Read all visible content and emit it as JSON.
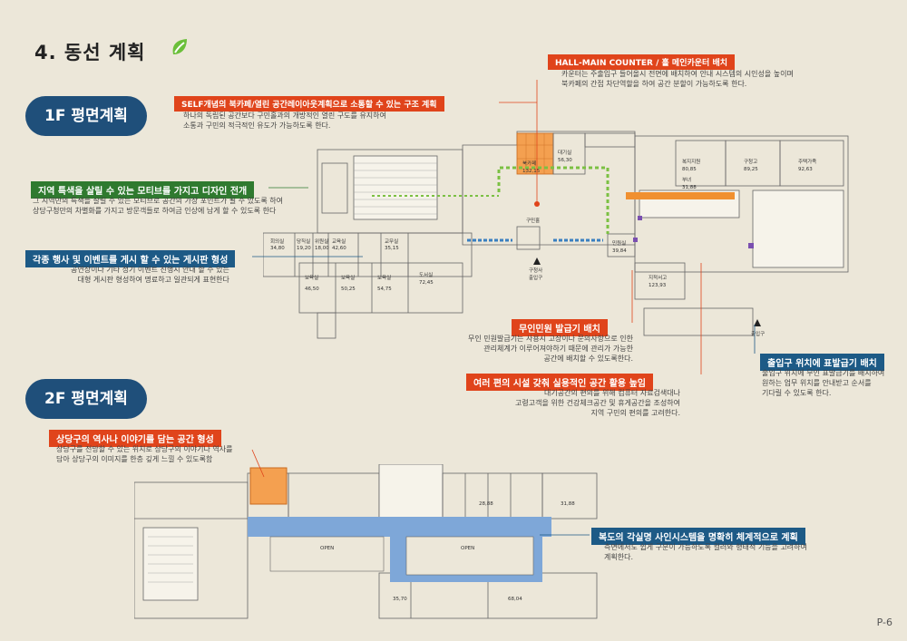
{
  "page": {
    "section_title": "4. 동선 계획",
    "page_number": "P-6"
  },
  "floors": {
    "f1": "1F 평면계획",
    "f2": "2F 평면계획"
  },
  "annotations": {
    "hall_counter": {
      "tag": "HALL-MAIN COUNTER / 홀 메인카운터 배치",
      "lines": [
        "카운터는 주출입구 들어올시 전면에 배치하여 안내 시스템의 시인성을 높이며",
        "북카페의 간접 차단역할을 하여 공간 분할이 가능하도록 한다."
      ]
    },
    "self_cafe": {
      "tag": "SELF개념의 북카페/열린 공간레이아웃계획으로 소통할 수 있는 구조 계획",
      "lines": [
        "하나의 독립된 공간보다 구민홀과의 개방적인 열린 구도를 유지하여",
        "소통과 구민의 적극적인 유도가 가능하도록 한다."
      ]
    },
    "motif": {
      "tag": "지역 특색을 살릴 수 있는 모티브를 가지고 디자인 전개",
      "lines": [
        "그 지역만의 특색을 살릴 수 있는 모티브로 공간의 가장 포인트가 될 수 있도록 하여",
        "상당구청만의 차별화를 가지고 방문객들로 하여금 인상에 남게 할 수 있도록 한다"
      ]
    },
    "events": {
      "tag": "각종 행사 및 이벤트를 게시 할 수 있는 게시판 형성",
      "lines": [
        "공연장이나 기타 정기 이벤트 진행시 안내 할 수 있는",
        "대형 게시판 형성하여 명료하고 일관되게 표현한다"
      ]
    },
    "unmanned": {
      "tag": "무인민원 발급기 배치",
      "lines": [
        "무인 민원발급기는 사용시 고장이나 문의사항으로 인한",
        "관리체계가 이루어져야하기 때문에 관리가 가능한",
        "공간에 배치할 수 있도록한다."
      ]
    },
    "convenience": {
      "tag": "여러 편의 시설 갖춰 실용적인 공간 활용 높임",
      "lines": [
        "대기공간의 편의를 위해 컴퓨터 자료검색대나",
        "고령고객을 위한 건강체크공간 및 휴게공간을 조성하여",
        "지역 구민의 편의를 고려한다."
      ]
    },
    "entrance_kiosk": {
      "tag": "출입구 위치에 표발급기 배치",
      "lines": [
        "출입구 위치에 무인 표발급기를 배치하여",
        "원하는 업무 위치를 안내받고 순서를",
        "기다릴 수 있도록 한다."
      ]
    },
    "history": {
      "tag": "상당구의 역사나 이야기를 담는 공간 형성",
      "lines": [
        "상당구를 전망할 수 있는 위치로 상당구의 이야기나 역사를",
        "담아 상당구의 이미지를 한층 깊게 느낄 수 있도록함"
      ]
    },
    "signage": {
      "tag": "복도의 각실명 사인시스템을 명확히 체계적으로 계획",
      "lines": [
        "측면에서도 쉽게 구분이 가능하도록 컬러와 형태적 기능을 고려하여",
        "계획한다."
      ]
    }
  },
  "plan1f_labels": {
    "bookcafe": "북카페",
    "bookcafe_area": "132,15",
    "waiting": "대기실",
    "waiting_area": "56,30",
    "civic_hall": "구민홀",
    "info": "구청사",
    "main_entrance": "출입구",
    "r1": "회의실",
    "r1a": "34,80",
    "r2": "당직실",
    "r2a": "19,20",
    "r3": "위원실",
    "r3a": "18,00",
    "r4": "교육실",
    "r4a": "42,60",
    "r5": "교무실",
    "r5a": "35,15",
    "r6": "보육실",
    "r6a": "46,50",
    "r7": "보육실",
    "r7a": "50,25",
    "r8": "보육실",
    "r8a": "54,75",
    "r9": "도서실",
    "r9a": "72,45",
    "r10": "민원실",
    "r10a": "39,84",
    "r11": "지적서고",
    "r11a": "123,93",
    "r12": "복지지원",
    "r12a": "80,85",
    "r13": "구청고",
    "r13a": "89,25",
    "r14": "주택가족",
    "r14a": "92,63",
    "r15": "부녀",
    "r15a": "31,88",
    "side_entrance": "출입구"
  },
  "plan2f_labels": {
    "open1": "OPEN",
    "open2": "OPEN",
    "r1a": "35,70",
    "r2a": "68,04",
    "r3a": "28,88",
    "r4a": "31,88"
  },
  "colors": {
    "accent_red": "#e0441b",
    "green": "#2f7a2f",
    "blue": "#1d5a86",
    "floor_pill": "#1f4f7a",
    "corridor": "#7ea7d8"
  }
}
